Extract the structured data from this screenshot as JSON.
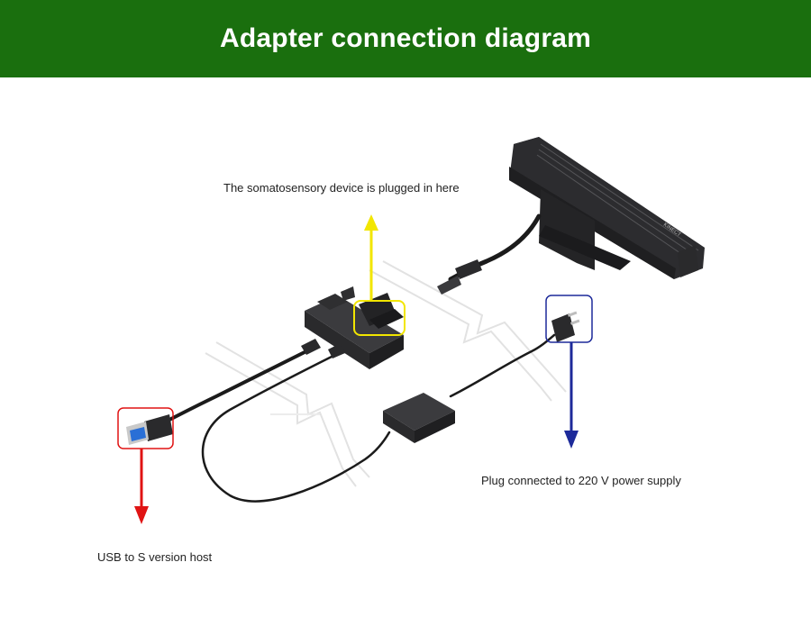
{
  "header": {
    "title": "Adapter connection diagram",
    "background": "#1a6f0e",
    "text_color": "#ffffff"
  },
  "callouts": {
    "sensor_port": {
      "label": "The somatosensory device is plugged in here",
      "color": "#f2e600"
    },
    "power_plug": {
      "label": "Plug connected to 220 V power supply",
      "color": "#1d2a9a"
    },
    "usb_plug": {
      "label": "USB to S version host",
      "color": "#e01414"
    }
  },
  "icons": {
    "sensor": "kinect-sensor-icon",
    "hub": "adapter-hub-icon",
    "brick": "power-brick-icon",
    "usb": "usb-plug-icon",
    "wall_plug": "wall-plug-icon"
  },
  "colors": {
    "device_dark": "#2a2a2c",
    "device_mid": "#3a3a3d",
    "cable": "#1b1b1b",
    "usb_blue": "#2a6fd6"
  }
}
